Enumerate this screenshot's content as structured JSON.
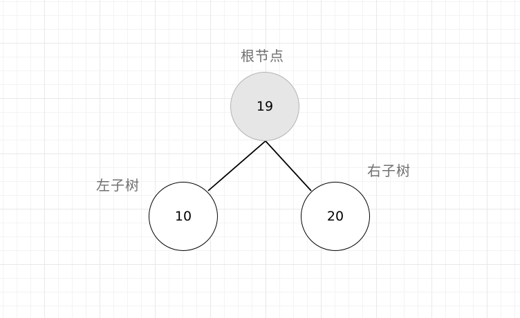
{
  "diagram": {
    "type": "binary-tree",
    "colors": {
      "root_fill": "#e6e6e6",
      "root_stroke": "#b3b3b3",
      "child_fill": "#ffffff",
      "child_stroke": "#000000",
      "label_text": "#6f6f6f",
      "edge": "#000000"
    },
    "root": {
      "value": "19",
      "caption": "根节点"
    },
    "left": {
      "value": "10",
      "caption": "左子树"
    },
    "right": {
      "value": "20",
      "caption": "右子树"
    }
  }
}
